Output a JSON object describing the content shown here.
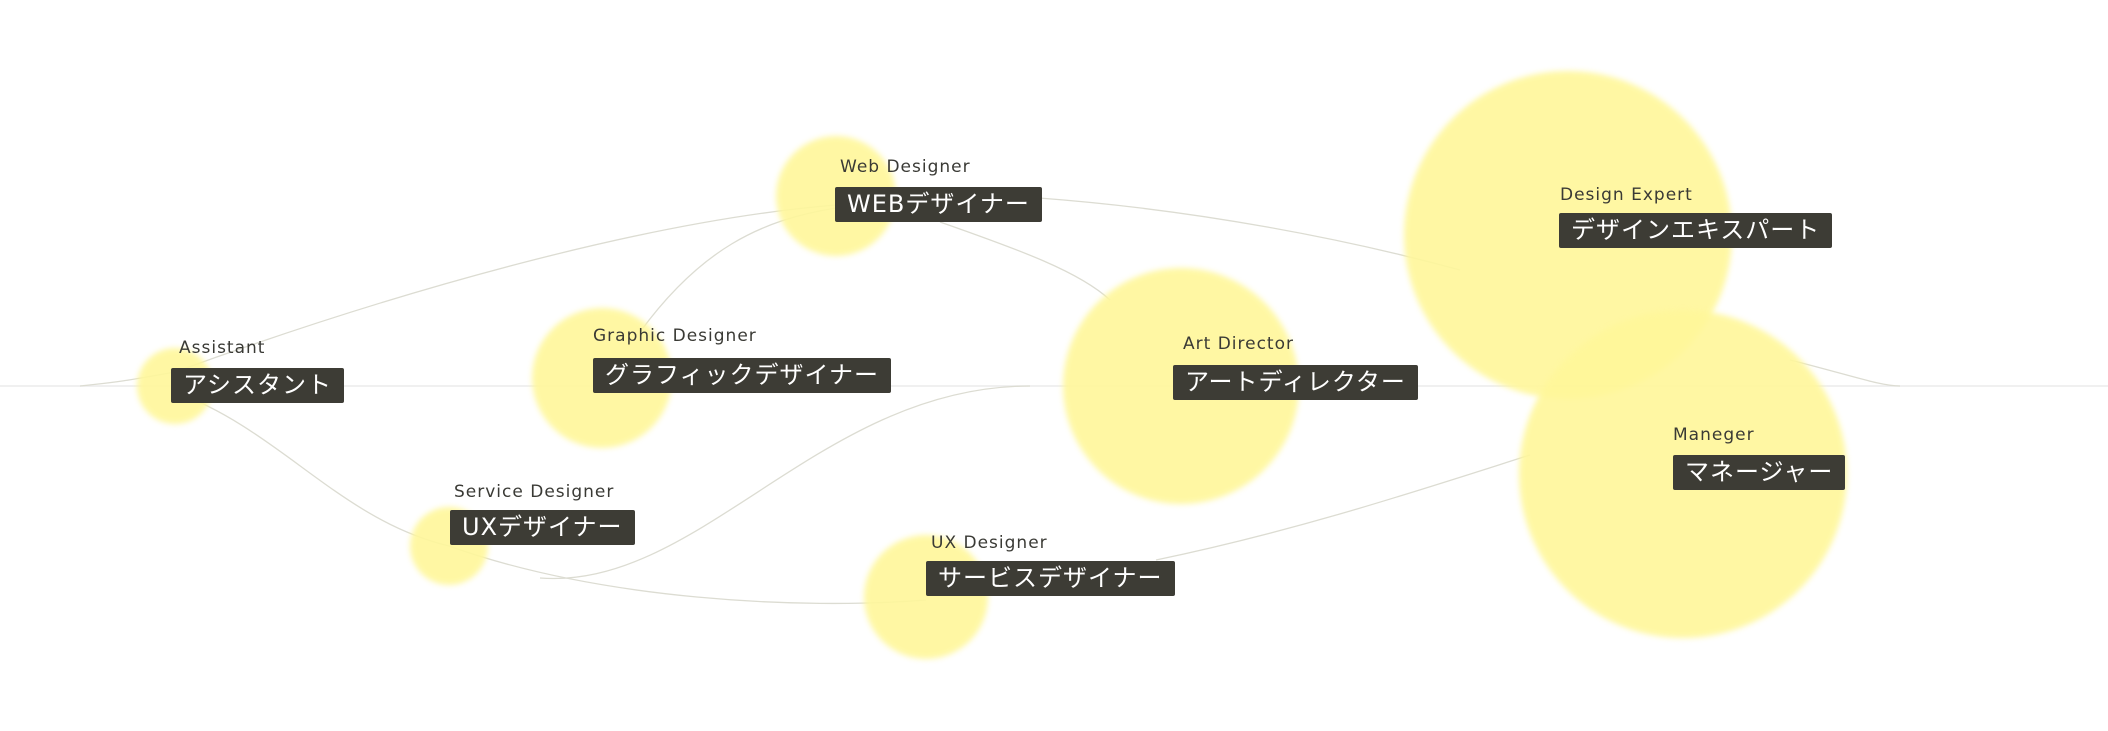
{
  "nodes": [
    {
      "en": "Assistant",
      "jp": "アシスタント"
    },
    {
      "en": "Graphic Designer",
      "jp": "グラフィックデザイナー"
    },
    {
      "en": "Web Designer",
      "jp": "WEBデザイナー"
    },
    {
      "en": "Service Designer",
      "jp": "UXデザイナー"
    },
    {
      "en": "UX Designer",
      "jp": "サービスデザイナー"
    },
    {
      "en": "Art Director",
      "jp": "アートディレクター"
    },
    {
      "en": "Design Expert",
      "jp": "デザインエキスパート"
    },
    {
      "en": "Maneger",
      "jp": "マネージャー"
    }
  ],
  "colors": {
    "blob": "#fff79a",
    "label_bg": "#3d3c35",
    "edge": "#dcdcd2"
  }
}
